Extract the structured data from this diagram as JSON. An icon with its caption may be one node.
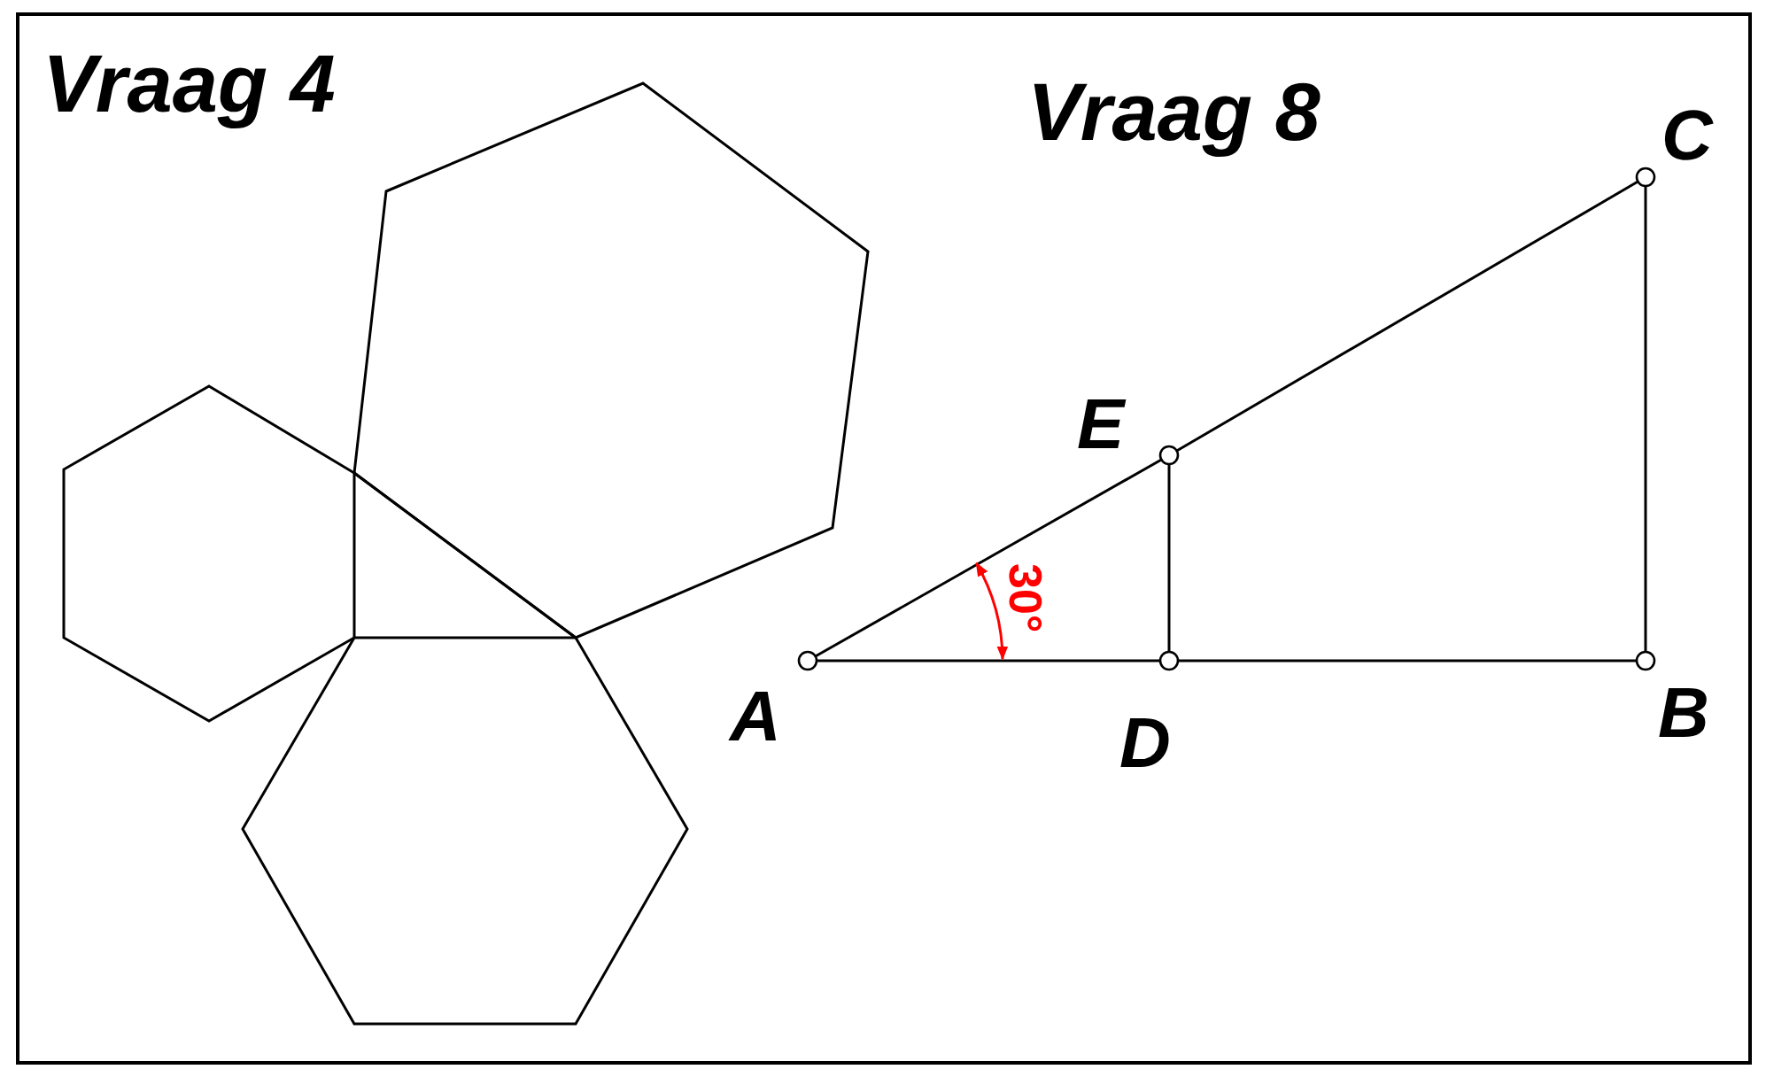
{
  "diagram": {
    "nodes": [
      {
        "text": [],
        "shape": "circle",
        "beside": [
          "A"
        ]
      },
      {
        "text": [],
        "shape": "circle",
        "beside": [
          "D"
        ]
      },
      {
        "text": [],
        "shape": "circle",
        "beside": [
          "B"
        ]
      },
      {
        "text": [],
        "shape": "circle",
        "beside": [
          "C"
        ]
      },
      {
        "text": [],
        "shape": "circle",
        "beside": [
          "E"
        ]
      }
    ],
    "edges": [
      {
        "from": 0,
        "to": 4,
        "arrow": "none"
      },
      {
        "from": 4,
        "to": 3,
        "arrow": "none"
      },
      {
        "from": 0,
        "to": 1,
        "arrow": "none"
      },
      {
        "from": 1,
        "to": 2,
        "arrow": "none"
      },
      {
        "from": 2,
        "to": 3,
        "arrow": "none"
      },
      {
        "from": 4,
        "to": 1,
        "arrow": "none"
      }
    ],
    "labels": [
      "Vraag 4",
      "Vraag 8",
      "30°"
    ]
  }
}
